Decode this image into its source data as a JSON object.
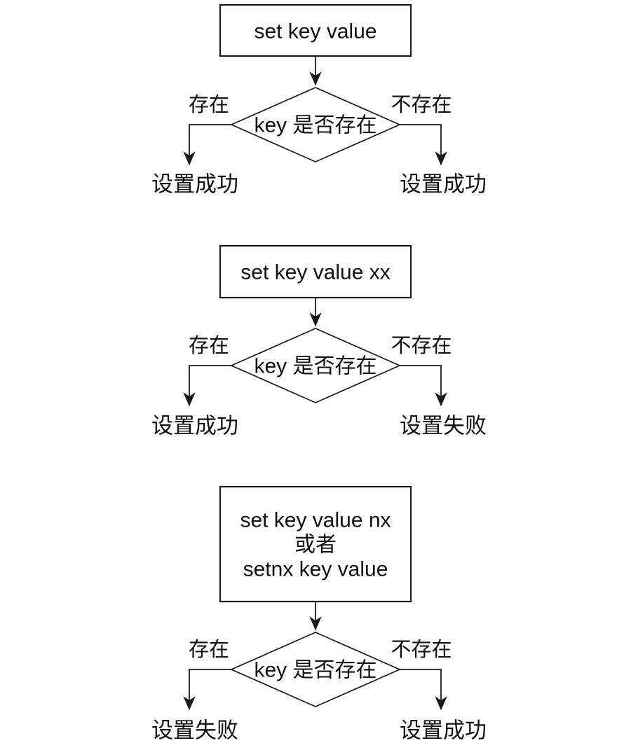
{
  "page": {
    "background_color": "#ffffff",
    "stroke_color": "#1a1a1a"
  },
  "charts": [
    {
      "name": "set-plain",
      "box_lines": [
        "set key value"
      ],
      "condition": "key 是否存在",
      "branch_left_label": "存在",
      "branch_right_label": "不存在",
      "result_left": "设置成功",
      "result_right": "设置成功"
    },
    {
      "name": "set-xx",
      "box_lines": [
        "set key value xx"
      ],
      "condition": "key 是否存在",
      "branch_left_label": "存在",
      "branch_right_label": "不存在",
      "result_left": "设置成功",
      "result_right": "设置失败"
    },
    {
      "name": "set-nx",
      "box_lines": [
        "set key value nx",
        "或者",
        "setnx key value"
      ],
      "condition": "key 是否存在",
      "branch_left_label": "存在",
      "branch_right_label": "不存在",
      "result_left": "设置失败",
      "result_right": "设置成功"
    }
  ]
}
